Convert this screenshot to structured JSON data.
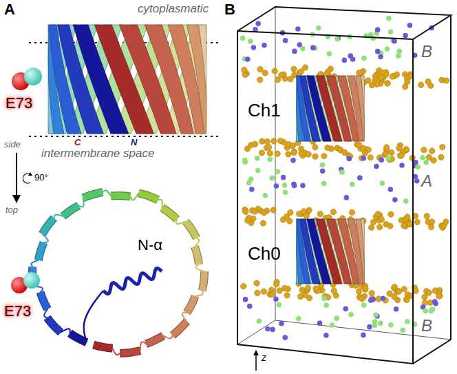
{
  "diagram": {
    "labels": [
      "A",
      "cytoplasmatic",
      "E73",
      "side",
      "C",
      "N",
      "intermembrane space",
      "90°",
      "top",
      "N-α",
      "E73",
      "B",
      "B",
      "Ch1",
      "A",
      "Ch0",
      "B",
      "z"
    ]
  }
}
